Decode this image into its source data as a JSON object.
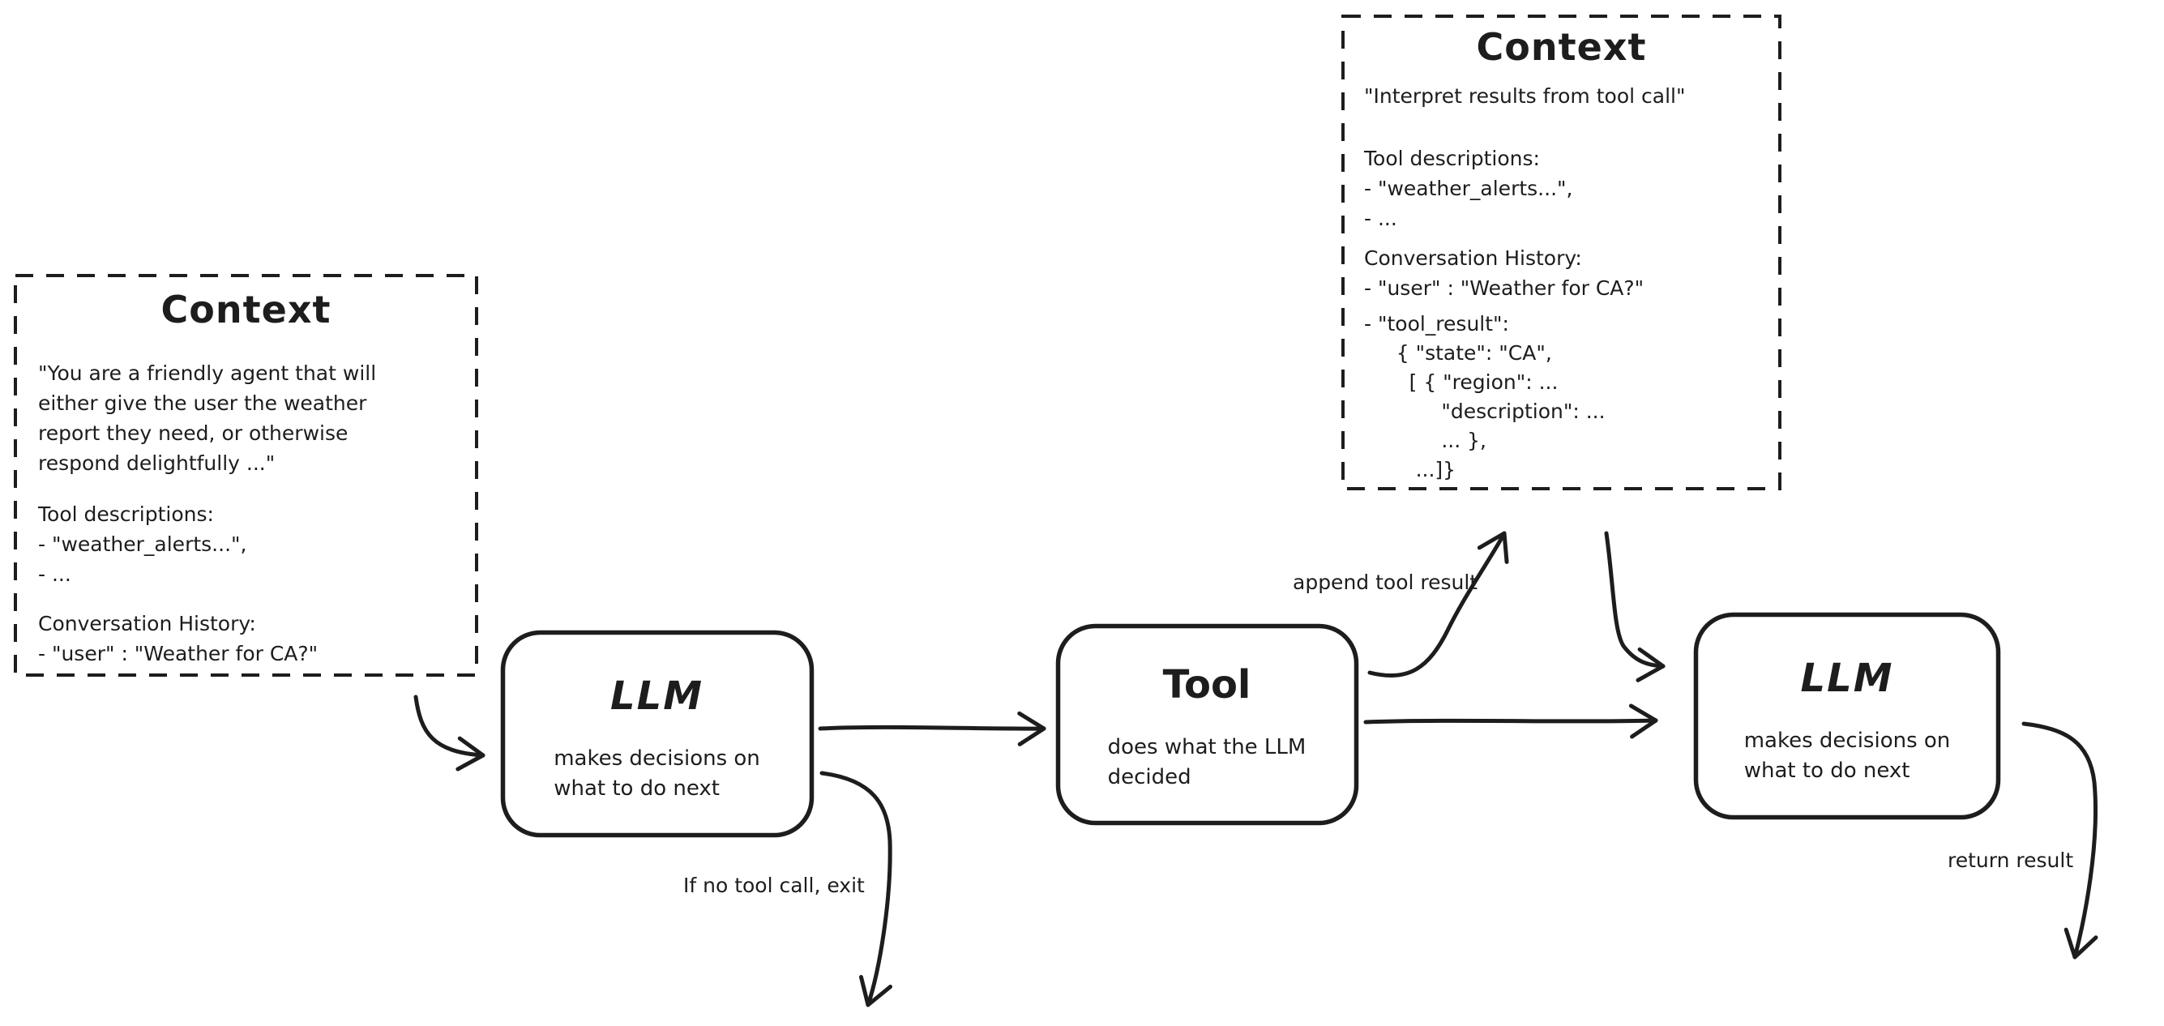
{
  "context_left": {
    "title": "Context",
    "system_prompt": "\"You are a friendly agent that will\neither give the user the weather\nreport they need, or otherwise\nrespond delightfully ...\"",
    "tool_descriptions_heading": "Tool descriptions:",
    "tool_descriptions": [
      "- \"weather_alerts...\",",
      "- ..."
    ],
    "history_heading": "Conversation History:",
    "history": [
      "- \"user\" : \"Weather for CA?\""
    ]
  },
  "context_top": {
    "title": "Context",
    "system_prompt": "\"Interpret results from tool call\"",
    "tool_descriptions_heading": "Tool descriptions:",
    "tool_descriptions": [
      "- \"weather_alerts...\",",
      "- ..."
    ],
    "history_heading": "Conversation History:",
    "history": [
      "- \"user\" : \"Weather for CA?\""
    ],
    "tool_result": "- \"tool_result\":\n     { \"state\": \"CA\",\n       [ { \"region\": ...\n            \"description\": ...\n            ... },\n        ...]}"
  },
  "nodes": {
    "llm1": {
      "title": "LLM",
      "subtitle": "makes decisions on\nwhat to do next"
    },
    "tool": {
      "title": "Tool",
      "subtitle": "does what the LLM\ndecided"
    },
    "llm2": {
      "title": "LLM",
      "subtitle": "makes decisions on\nwhat to do next"
    }
  },
  "labels": {
    "append_tool_result": "append tool result",
    "no_tool_call_exit": "If no tool call, exit",
    "return_result": "return result"
  },
  "colors": {
    "ink": "#1d1d1d",
    "background": "#ffffff"
  }
}
